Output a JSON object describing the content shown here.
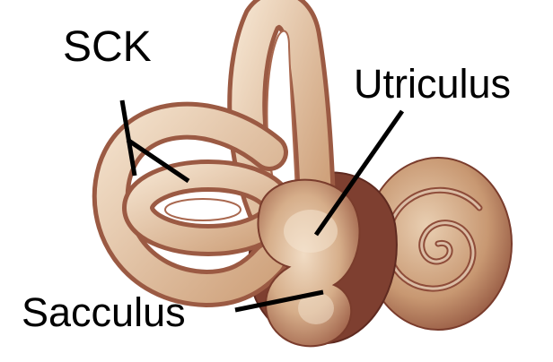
{
  "labels": {
    "sck": "SCK",
    "utriculus": "Utriculus",
    "sacculus": "Sacculus"
  },
  "colors": {
    "background": "#ffffff",
    "tissue_light": "#e8cdb0",
    "tissue_mid": "#c99d77",
    "tissue_dark": "#8a4c3a",
    "tissue_shadow": "#6f3428",
    "leader_line": "#000000"
  }
}
